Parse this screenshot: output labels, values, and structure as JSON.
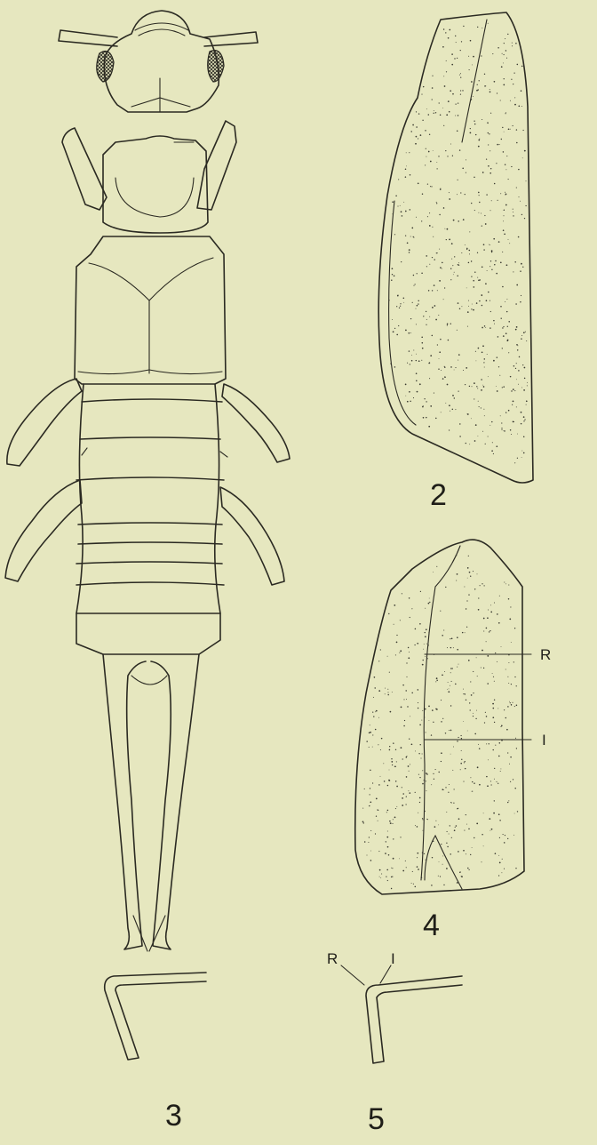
{
  "figures": {
    "fig2": {
      "number": "2"
    },
    "fig3": {
      "number": "3"
    },
    "fig4": {
      "number": "4",
      "label_r": "R",
      "label_i": "I"
    },
    "fig5": {
      "number": "5",
      "label_r": "R",
      "label_i": "I"
    }
  },
  "colors": {
    "background": "#e6e7bf",
    "ink": "#2b2a22",
    "stipple": "#3a3a30"
  }
}
